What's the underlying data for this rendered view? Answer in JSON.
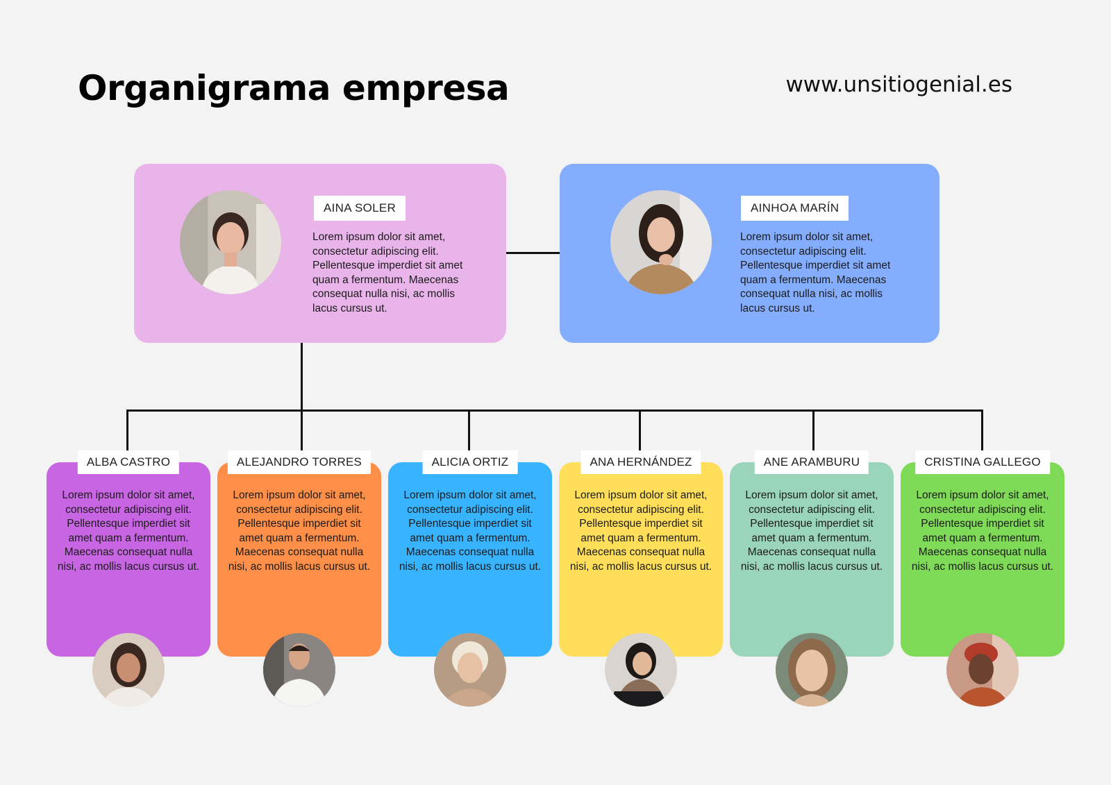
{
  "header": {
    "title": "Organigrama empresa",
    "website": "www.unsitiogenial.es"
  },
  "colors": {
    "background": "#f3f3f3",
    "connector": "#111111"
  },
  "top_people": [
    {
      "name": "AINA SOLER",
      "text": "Lorem ipsum dolor sit amet, consectetur adipiscing elit. Pellentesque imperdiet sit amet quam a fermentum. Maecenas consequat nulla nisi, ac mollis lacus cursus ut.",
      "color": "#e9b4ea",
      "photo_icon": "woman-portrait-icon"
    },
    {
      "name": "AINHOA MARÍN",
      "text": "Lorem ipsum dolor sit amet, consectetur adipiscing elit. Pellentesque imperdiet sit amet quam a fermentum. Maecenas consequat nulla nisi, ac mollis lacus cursus ut.",
      "color": "#85adfd",
      "photo_icon": "woman-portrait-icon"
    }
  ],
  "team": [
    {
      "name": "ALBA CASTRO",
      "text": "Lorem ipsum dolor sit amet, consectetur adipiscing elit. Pellentesque imperdiet sit amet quam a fermentum. Maecenas consequat nulla nisi, ac mollis lacus cursus ut.",
      "color": "#c765e3",
      "photo_icon": "woman-portrait-icon"
    },
    {
      "name": "ALEJANDRO TORRES",
      "text": "Lorem ipsum dolor sit amet, consectetur adipiscing elit. Pellentesque imperdiet sit amet quam a fermentum. Maecenas consequat nulla nisi, ac mollis lacus cursus ut.",
      "color": "#fe8f48",
      "photo_icon": "chef-portrait-icon"
    },
    {
      "name": "ALICIA ORTIZ",
      "text": "Lorem ipsum dolor sit amet, consectetur adipiscing elit. Pellentesque imperdiet sit amet quam a fermentum. Maecenas consequat nulla nisi, ac mollis lacus cursus ut.",
      "color": "#38b4ff",
      "photo_icon": "woman-portrait-icon"
    },
    {
      "name": "ANA HERNÁNDEZ",
      "text": "Lorem ipsum dolor sit amet, consectetur adipiscing elit. Pellentesque imperdiet sit amet quam a fermentum. Maecenas consequat nulla nisi, ac mollis lacus cursus ut.",
      "color": "#ffdf5a",
      "photo_icon": "woman-laptop-portrait-icon"
    },
    {
      "name": "ANE ARAMBURU",
      "text": "Lorem ipsum dolor sit amet, consectetur adipiscing elit. Pellentesque imperdiet sit amet quam a fermentum. Maecenas consequat nulla nisi, ac mollis lacus cursus ut.",
      "color": "#9ad5bb",
      "photo_icon": "woman-portrait-icon"
    },
    {
      "name": "CRISTINA GALLEGO",
      "text": "Lorem ipsum dolor sit amet, consectetur adipiscing elit. Pellentesque imperdiet sit amet quam a fermentum. Maecenas consequat nulla nisi, ac mollis lacus cursus ut.",
      "color": "#7fda58",
      "photo_icon": "woman-portrait-icon"
    }
  ]
}
